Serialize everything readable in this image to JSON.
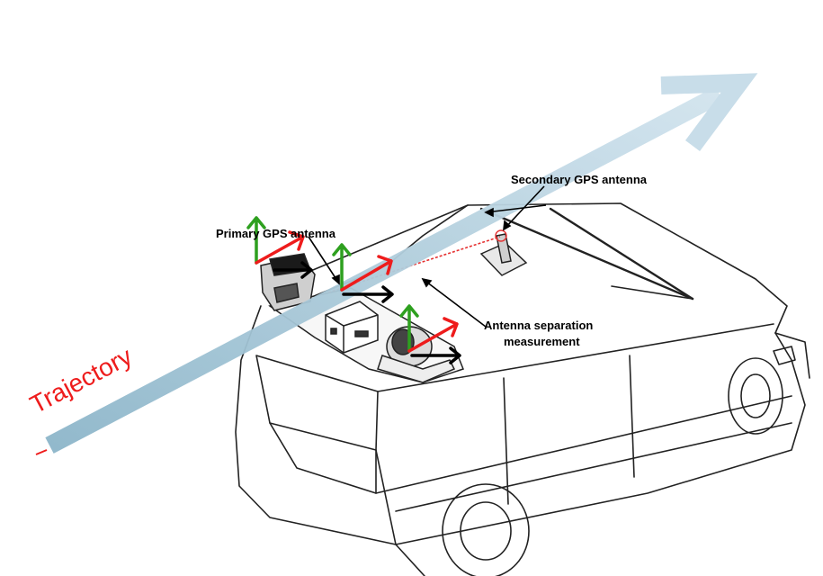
{
  "labels": {
    "secondary_antenna": "Secondary GPS antenna",
    "primary_antenna": "Primary GPS antenna",
    "separation_line1": "Antenna separation",
    "separation_line2": "measurement",
    "trajectory": "Trajectory"
  },
  "colors": {
    "trajectory_arrow": "#c5dce8",
    "trajectory_text": "#ee1c1c",
    "axis_x": "#ee1c1c",
    "axis_y": "#000000",
    "axis_z": "#2ea01f",
    "separation_line": "#e53030",
    "vehicle_outline": "#222222"
  },
  "icons": [
    "van-drawing",
    "gps-antenna",
    "sensor-mount"
  ]
}
